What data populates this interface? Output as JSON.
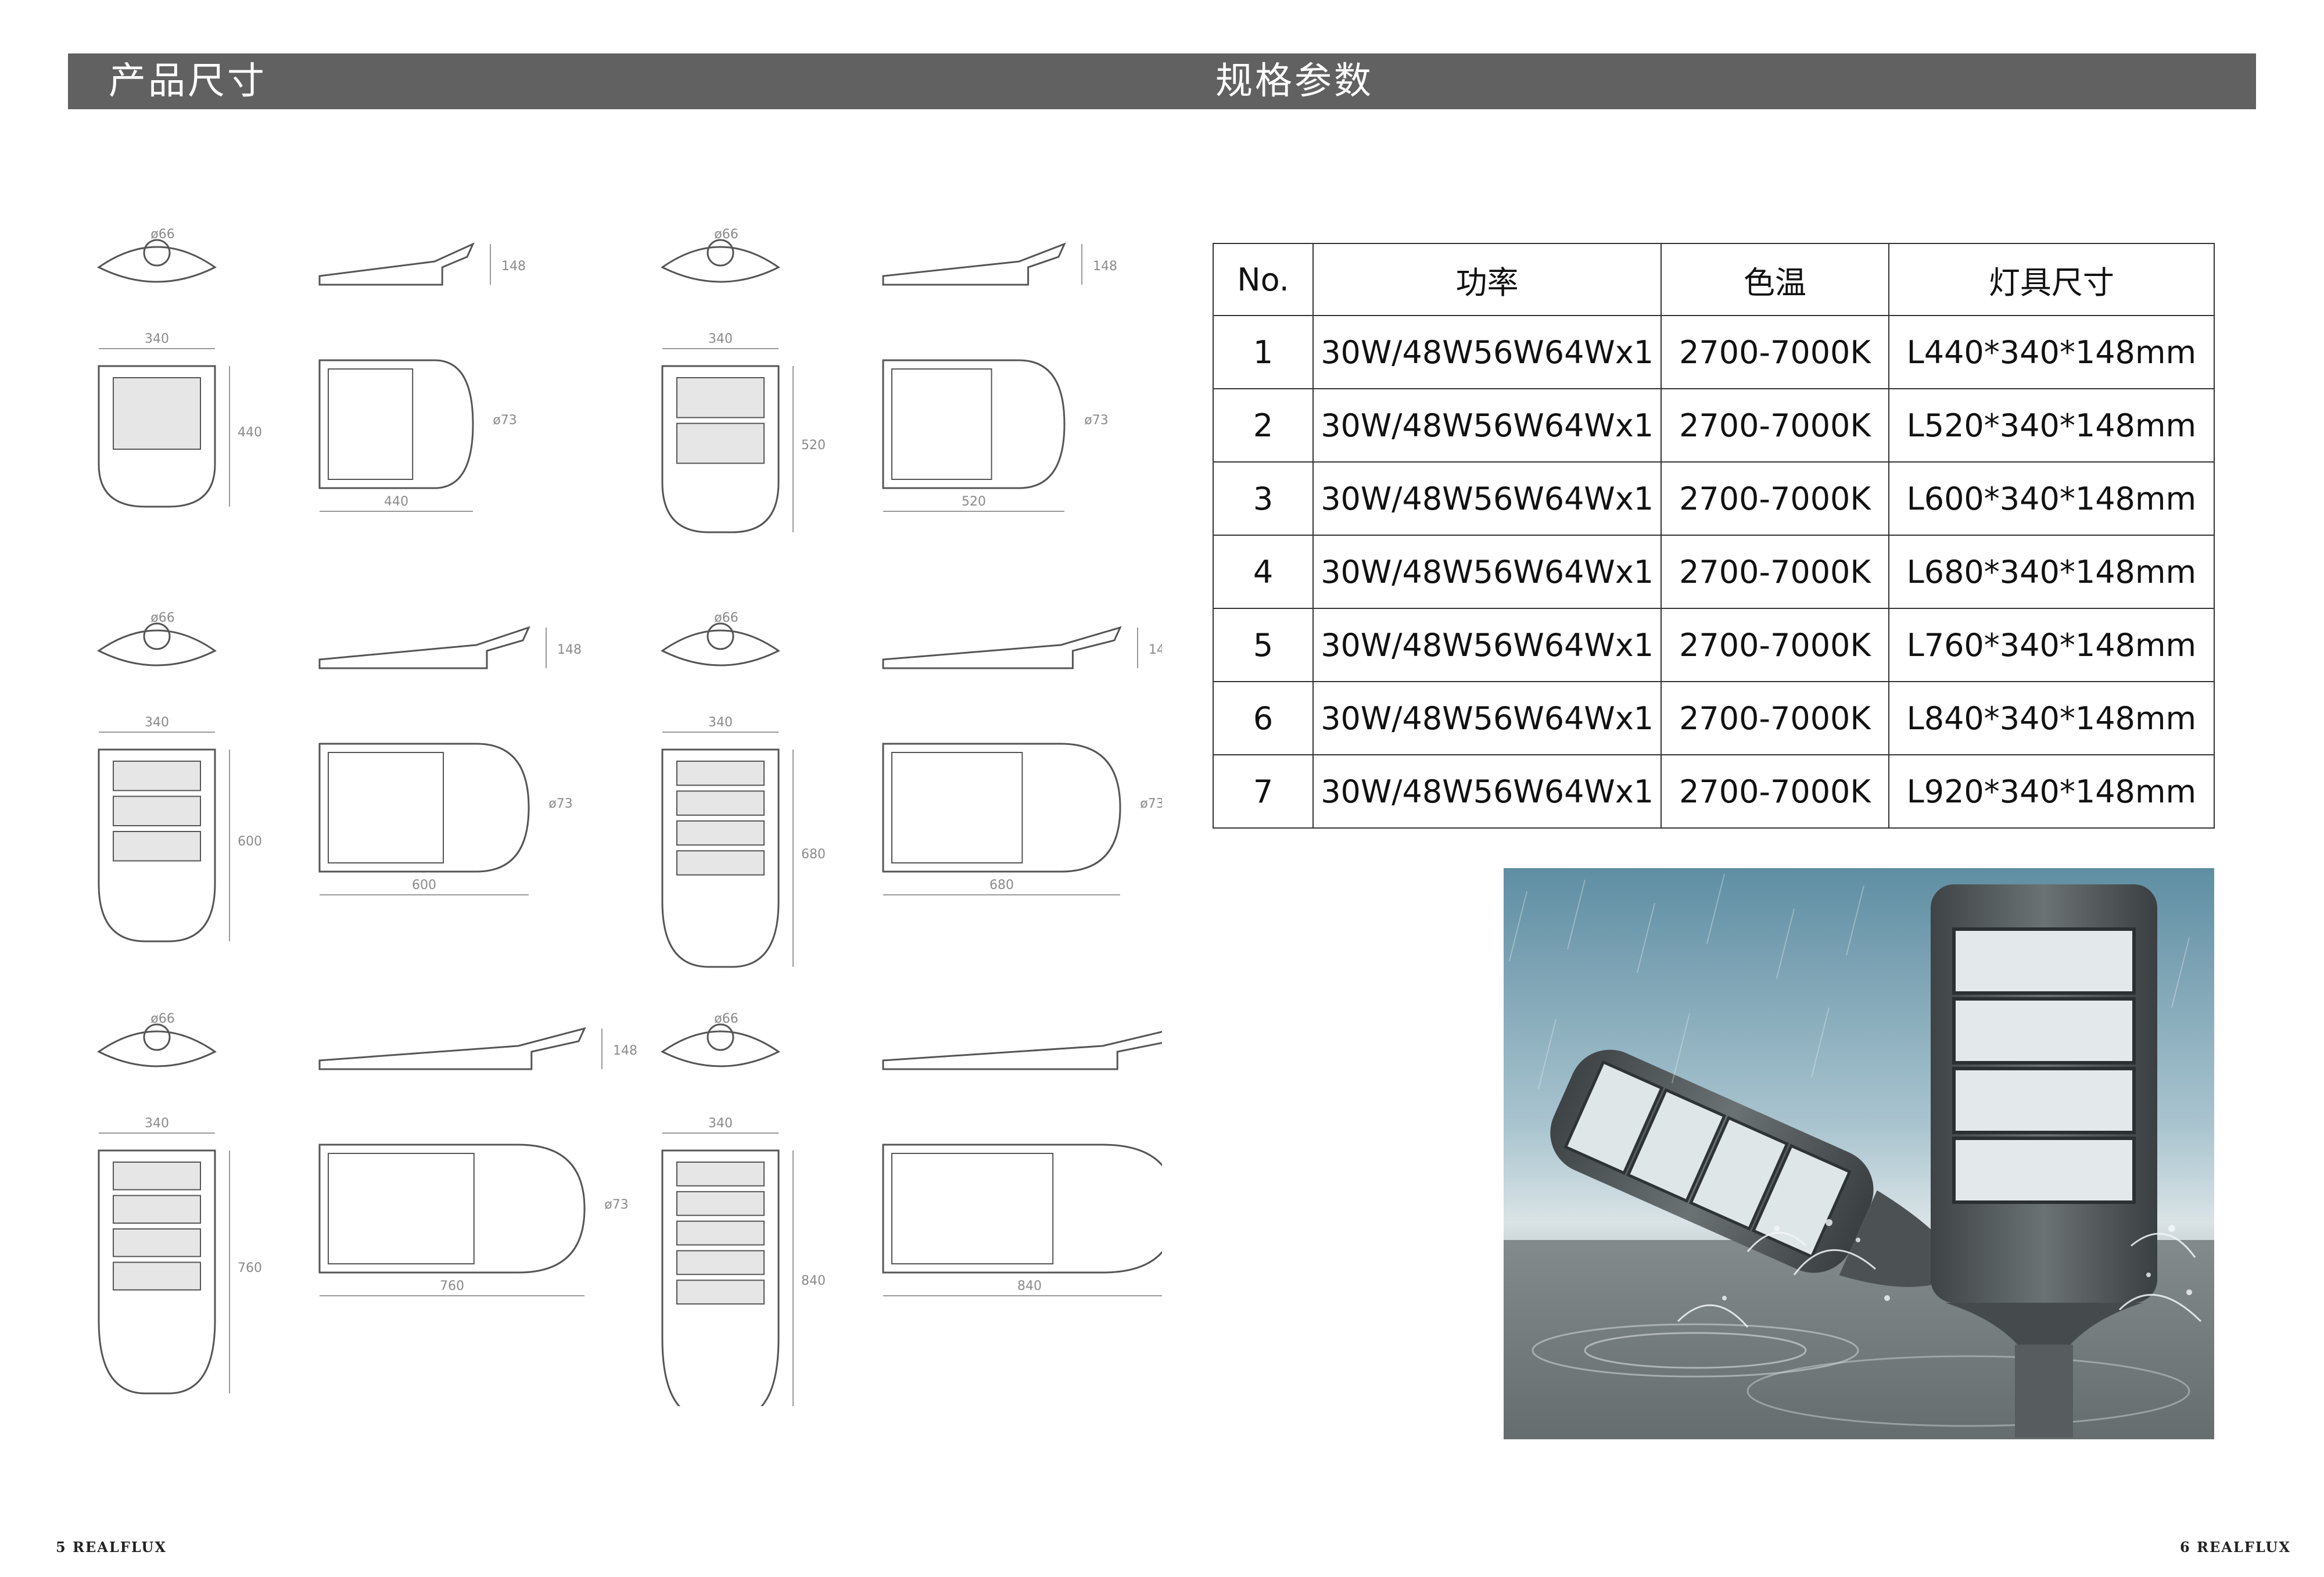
{
  "header": {
    "left_title": "产品尺寸",
    "right_title": "规格参数"
  },
  "drawings": {
    "labels": {
      "pole_diameter": "ø66",
      "arm_diameter": "ø73",
      "height": "148",
      "width": "340"
    },
    "models": [
      {
        "length": "440",
        "modules": 1
      },
      {
        "length": "520",
        "modules": 2
      },
      {
        "length": "600",
        "modules": 3
      },
      {
        "length": "680",
        "modules": 4
      },
      {
        "length": "760",
        "modules": 4
      },
      {
        "length": "840",
        "modules": 5
      }
    ]
  },
  "specs": {
    "headers": [
      "No.",
      "功率",
      "色温",
      "灯具尺寸"
    ],
    "rows": [
      [
        "1",
        "30W/48W56W64Wx1",
        "2700-7000K",
        "L440*340*148mm"
      ],
      [
        "2",
        "30W/48W56W64Wx1",
        "2700-7000K",
        "L520*340*148mm"
      ],
      [
        "3",
        "30W/48W56W64Wx1",
        "2700-7000K",
        "L600*340*148mm"
      ],
      [
        "4",
        "30W/48W56W64Wx1",
        "2700-7000K",
        "L680*340*148mm"
      ],
      [
        "5",
        "30W/48W56W64Wx1",
        "2700-7000K",
        "L760*340*148mm"
      ],
      [
        "6",
        "30W/48W56W64Wx1",
        "2700-7000K",
        "L840*340*148mm"
      ],
      [
        "7",
        "30W/48W56W64Wx1",
        "2700-7000K",
        "L920*340*148mm"
      ]
    ]
  },
  "footer": {
    "left": "5 REALFLUX",
    "right": "6 REALFLUX"
  }
}
